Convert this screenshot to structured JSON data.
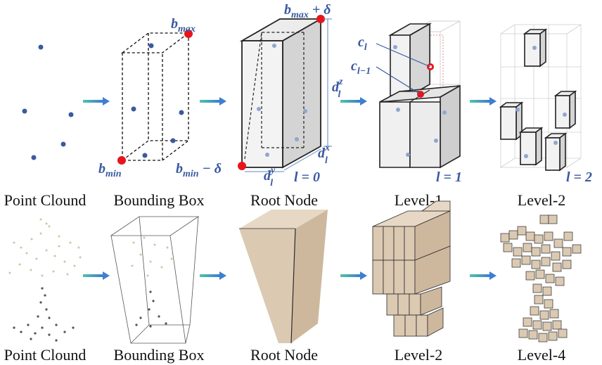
{
  "captions": {
    "row1": [
      "Point Clound",
      "Bounding Box",
      "Root Node",
      "Level-1",
      "Level-2"
    ],
    "row2": [
      "Point Clound",
      "Bounding Box",
      "Root Node",
      "Level-2",
      "Level-4"
    ]
  },
  "labels": {
    "bmax": "b",
    "bmax_sub": "max",
    "bmin": "b",
    "bmin_sub": "min",
    "bmax_delta": "b",
    "bmax_delta_sub": "max",
    "bmax_delta_suffix": " + δ",
    "bmin_delta": "b",
    "bmin_delta_sub": "min",
    "bmin_delta_suffix": " − δ",
    "dz": "d",
    "dz_sub": "l",
    "dz_sup": "z",
    "dx": "d",
    "dx_sub": "l",
    "dx_sup": "x",
    "dy": "d",
    "dy_sub": "l",
    "dy_sup": "y",
    "l0": "l = 0",
    "l1": "l = 1",
    "l2": "l = 2",
    "cl": "c",
    "cl_sub": "l",
    "cl1": "c",
    "cl1_sub": "l−1"
  },
  "colors": {
    "point": "#3a5aa0",
    "red_point": "#e8141c",
    "arrow": "#3fa0b4",
    "math_label": "#3a5aa0",
    "node_fill": "#dbc9b2"
  }
}
